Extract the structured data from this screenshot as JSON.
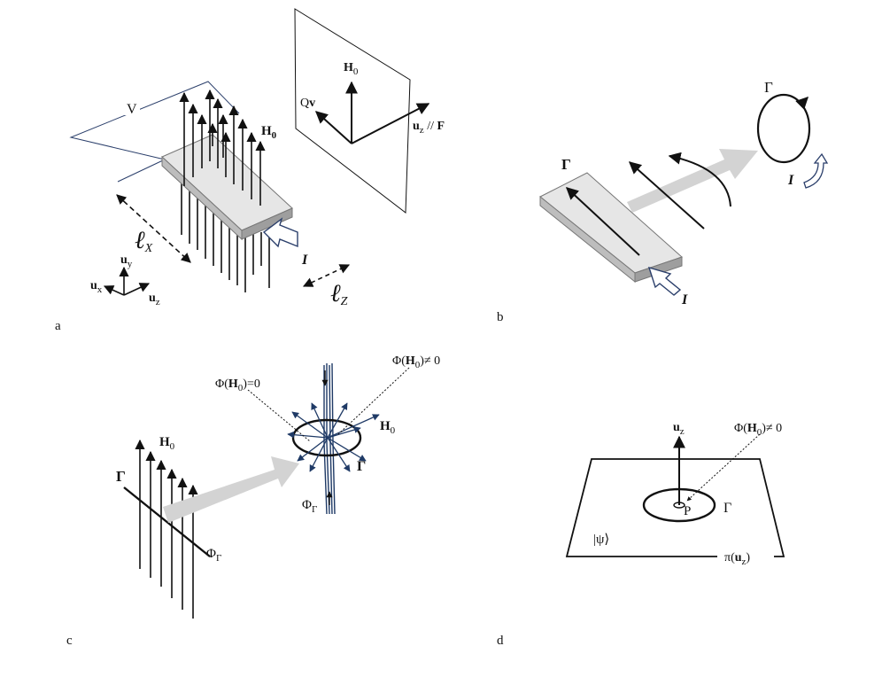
{
  "panels": {
    "a": {
      "label": "a",
      "voltage": "V",
      "field": "H",
      "field_sub": "0",
      "current": "I",
      "length_x_letter": "ℓ",
      "length_x_sub": "X",
      "length_z_letter": "ℓ",
      "length_z_sub": "Z",
      "axis_y": "u",
      "axis_y_sub": "y",
      "axis_x": "u",
      "axis_x_sub": "x",
      "axis_z": "u",
      "axis_z_sub": "z",
      "plane_field": "H",
      "plane_field_sub": "0",
      "plane_qv_pre": "Q",
      "plane_qv_bold": "v",
      "plane_uz": "u",
      "plane_uz_sub": "z",
      "plane_uz_rest": " // ",
      "plane_f": "F"
    },
    "b": {
      "label": "b",
      "gamma_left": "Γ",
      "current_left": "I",
      "gamma_right": "Γ",
      "current_right": "I"
    },
    "c": {
      "label": "c",
      "gamma_left": "Γ",
      "field_left": "H",
      "field_left_sub": "0",
      "flux_left": "Φ",
      "flux_left_sub": "Γ",
      "flux_zero_pre": "Φ(",
      "flux_zero_bold": "H",
      "flux_zero_sub": "0",
      "flux_zero_post": ")=0",
      "flux_nonzero_pre": "Φ(",
      "flux_nonzero_bold": "H",
      "flux_nonzero_sub": "0",
      "flux_nonzero_post": ")≠ 0",
      "field_right": "H",
      "field_right_sub": "0",
      "gamma_right": "Γ",
      "flux_right": "Φ",
      "flux_right_sub": "Γ"
    },
    "d": {
      "label": "d",
      "axis": "u",
      "axis_sub": "z",
      "flux_nonzero_pre": "Φ(",
      "flux_nonzero_bold": "H",
      "flux_nonzero_sub": "0",
      "flux_nonzero_post": ")≠ 0",
      "point": "P",
      "gamma": "Γ",
      "state": "|ψ⟩",
      "plane_pre": "π(",
      "plane_bold": "u",
      "plane_sub": "z",
      "plane_post": ")"
    }
  }
}
